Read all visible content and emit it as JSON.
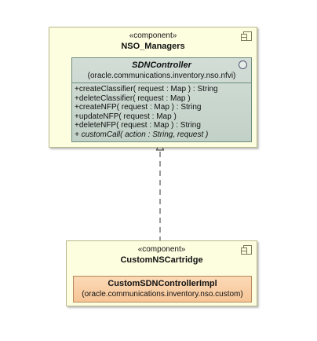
{
  "components": [
    {
      "stereotype": "«component»",
      "name": "NSO_Managers",
      "class": {
        "name": "SDNController",
        "package": "(oracle.communications.inventory.nso.nfvi)",
        "operations": [
          "+createClassifier( request : Map ) : String",
          "+deleteClassifier( request : Map )",
          "+createNFP( request : Map ) : String",
          "+updateNFP( request : Map )",
          "+deleteNFP( request : Map ) : String",
          "+ customCall( action : String, request )"
        ]
      }
    },
    {
      "stereotype": "«component»",
      "name": "CustomNSCartridge",
      "class": {
        "name": "CustomSDNControllerImpl",
        "package": "(oracle.communications.inventory.nso.custom)"
      }
    }
  ],
  "relationship": "realization",
  "colors": {
    "component_fill": "#fdfde0",
    "interface_fill": "#c8d6cd",
    "impl_fill": "#f8cda2"
  }
}
